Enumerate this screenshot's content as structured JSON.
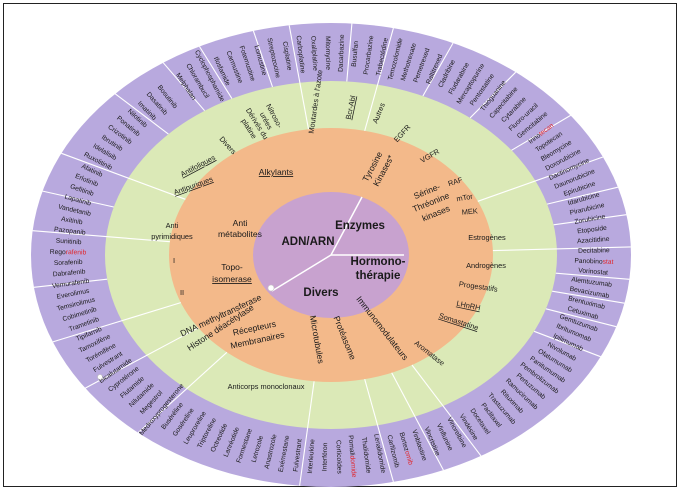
{
  "colors": {
    "outer_ring": "#b8a9de",
    "middle_ring": "#dbe9b7",
    "inner_ring": "#f3b98a",
    "core": "#c8a2cf",
    "divider": "#ffffff",
    "highlight": "#e0262b"
  },
  "center": {
    "label": "ADN/ARN"
  },
  "quadrants": [
    {
      "key": "enzymes",
      "label": "Enzymes"
    },
    {
      "key": "hormono",
      "label_line1": "Hormono-",
      "label_line2": "thérapie"
    },
    {
      "key": "divers",
      "label": "Divers"
    }
  ],
  "classes": [
    {
      "label": "Alkylants"
    },
    {
      "label_line1": "Anti",
      "label_line2": "métabolites"
    },
    {
      "label_line1": "Topo-",
      "label_line2": "isomerase"
    },
    {
      "label_line1": "Tyrosine",
      "label_line2": "Kinases*"
    },
    {
      "label_line1": "Sérine-",
      "label_line2": "Thréonine",
      "label_line3": "kinases"
    },
    {
      "label_line1": "Récepteurs",
      "label_line2": "Membranaires"
    },
    {
      "label": "Microtubules"
    },
    {
      "label": "Protéasome"
    },
    {
      "label": "Immunomodulateurs"
    },
    {
      "label": "Histone déacétylase"
    },
    {
      "label": "DNA methyltransferase"
    }
  ],
  "subclasses": [
    {
      "label": "Moutardes à l'azote"
    },
    {
      "label_line1": "Nitroso-",
      "label_line2": "urées"
    },
    {
      "label_line1": "Dérivés du",
      "label_line2": "platine"
    },
    {
      "label": "Divers"
    },
    {
      "label": "Antifoliques"
    },
    {
      "label": "Antipuriques"
    },
    {
      "label_line1": "Anti",
      "label_line2": "pyrimidiques"
    },
    {
      "label": "I"
    },
    {
      "label": "II"
    },
    {
      "label": "Bcr-Abl"
    },
    {
      "label": "Autres"
    },
    {
      "label": "EGFR"
    },
    {
      "label": "VGFR"
    },
    {
      "label": "RAF"
    },
    {
      "label": "mTor"
    },
    {
      "label": "MEK"
    },
    {
      "label": "Estrogènes"
    },
    {
      "label": "Androgènes"
    },
    {
      "label": "Progestatifs"
    },
    {
      "label": "LHnRH"
    },
    {
      "label": "Somastatine"
    },
    {
      "label": "Aromatase"
    },
    {
      "label": "Anticorps monoclonaux"
    }
  ],
  "drugs": [
    {
      "name": "Melphalan"
    },
    {
      "name": "Chlorambucil"
    },
    {
      "name": "Cyclophosphamide"
    },
    {
      "name": "Ifosfamide"
    },
    {
      "name": "Carmustine"
    },
    {
      "name": "Fotemustine"
    },
    {
      "name": "Lomustine"
    },
    {
      "name": "Streptozocine"
    },
    {
      "name": "Cisplatine"
    },
    {
      "name": "Carboplatine"
    },
    {
      "name": "Oxaliplatine"
    },
    {
      "name": "Mitomycine"
    },
    {
      "name": "Dacarbazine"
    },
    {
      "name": "Busulfan"
    },
    {
      "name": "Procarbazine"
    },
    {
      "name": "Trabectédine"
    },
    {
      "name": "Temozolomide"
    },
    {
      "name": "Methotrexate"
    },
    {
      "name": "Pemetrexed"
    },
    {
      "name": "Raltitrexed"
    },
    {
      "name": "Cladribine"
    },
    {
      "name": "Fludarabine"
    },
    {
      "name": "Mercaptopurine"
    },
    {
      "name": "Pentostatine"
    },
    {
      "name": "Thioguanine"
    },
    {
      "name": "Capecitabine"
    },
    {
      "name": "Cytarabine"
    },
    {
      "name": "Fluoro-uracil"
    },
    {
      "name": "Gemcitabine"
    },
    {
      "name_a": "Irino",
      "name_b": "tecan"
    },
    {
      "name": "Topotecan"
    },
    {
      "name": "Bleomycine"
    },
    {
      "name": "Doxorubicine"
    },
    {
      "name": "Dactinomycine"
    },
    {
      "name": "Daunorubicine"
    },
    {
      "name": "Epirubicine"
    },
    {
      "name": "Idarubicine"
    },
    {
      "name": "Pirarubicine"
    },
    {
      "name": "Zorubicine"
    },
    {
      "name": "Etoposide"
    },
    {
      "name": "Azacitidine"
    },
    {
      "name": "Decitabine"
    },
    {
      "name_a": "Panobino",
      "name_b": "stat"
    },
    {
      "name": "Vorinostat"
    },
    {
      "name": "Alemtuzumab"
    },
    {
      "name": "Bevacizumab"
    },
    {
      "name": "Brentuximab"
    },
    {
      "name": "Cetuximab"
    },
    {
      "name": "Gemtuzumab"
    },
    {
      "name": "Ibritumomab"
    },
    {
      "name": "Ipilimumab"
    },
    {
      "name": "Nivolumab"
    },
    {
      "name": "Ofatumumab"
    },
    {
      "name": "Panitumumab"
    },
    {
      "name": "Pembrolizumab"
    },
    {
      "name": "Pertuzumab"
    },
    {
      "name": "Ramucirumab"
    },
    {
      "name": "Rituximab"
    },
    {
      "name": "Trastuzumab"
    },
    {
      "name": "Paclitaxel"
    },
    {
      "name": "Docetaxel"
    },
    {
      "name": "Vindésine"
    },
    {
      "name": "Vinorelbine"
    },
    {
      "name": "Vinflunine"
    },
    {
      "name": "Vincristine"
    },
    {
      "name": "Vinblastine"
    },
    {
      "name_a": "Bortez",
      "name_b": "omib"
    },
    {
      "name": "Carfilzomib"
    },
    {
      "name": "Lenalidomide"
    },
    {
      "name": "Thalidomide"
    },
    {
      "name_a": "Pomali",
      "name_b": "domide"
    },
    {
      "name": "Corticoïdes"
    },
    {
      "name": "Interféron"
    },
    {
      "name": "Interleukine"
    },
    {
      "name": "Fulvestrant"
    },
    {
      "name": "Exémestane"
    },
    {
      "name": "Anastrozole"
    },
    {
      "name": "Letrozole"
    },
    {
      "name": "Formestane"
    },
    {
      "name": "Lanréotide"
    },
    {
      "name": "Octreotide"
    },
    {
      "name": "Triptoreline"
    },
    {
      "name": "Leuproreline"
    },
    {
      "name": "Goséreline"
    },
    {
      "name": "Buséréline"
    },
    {
      "name": "Medroxyprogesterone"
    },
    {
      "name": "Megestrol"
    },
    {
      "name": "Nilutamide"
    },
    {
      "name": "Flutamide"
    },
    {
      "name": "Cyprotérone"
    },
    {
      "name": "Bicalutamide"
    },
    {
      "name": "Fulvestrant"
    },
    {
      "name": "Torémifène"
    },
    {
      "name": "Tamoxifène"
    },
    {
      "name": "Tipifarnib"
    },
    {
      "name": "Trametinib"
    },
    {
      "name": "Cobimetinib"
    },
    {
      "name": "Temsirolimus"
    },
    {
      "name": "Everolimus"
    },
    {
      "name": "Vemurafenib"
    },
    {
      "name": "Dabrafenib"
    },
    {
      "name": "Sorafenib"
    },
    {
      "name_a": "Rego",
      "name_b": "rafenib"
    },
    {
      "name": "Sunitinib"
    },
    {
      "name": "Pazopanib"
    },
    {
      "name": "Axitinib"
    },
    {
      "name": "Vandetanib"
    },
    {
      "name": "Lapatinib"
    },
    {
      "name": "Gefitinib"
    },
    {
      "name": "Erlotinib"
    },
    {
      "name": "Afatinib"
    },
    {
      "name": "Ruxolitinib"
    },
    {
      "name": "Idelalisib"
    },
    {
      "name": "Ibrutinib"
    },
    {
      "name": "Crizotinib"
    },
    {
      "name": "Ponatinib"
    },
    {
      "name": "Nilotinib"
    },
    {
      "name": "Imatinib"
    },
    {
      "name": "Dasatinib"
    },
    {
      "name": "Bosutinib"
    }
  ]
}
